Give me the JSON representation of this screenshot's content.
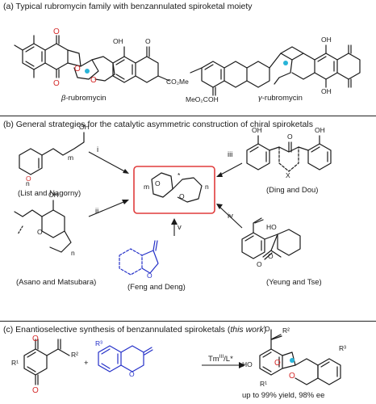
{
  "sections": {
    "a": {
      "title": "(a) Typical rubromycin family with benzannulated spiroketal moiety"
    },
    "b": {
      "title": "(b) General strategies for the catalytic asymmetric construction of chiral spiroketals"
    },
    "c": {
      "title_prefix": "(c) Enantioselective synthesis of benzannulated spiroketals (",
      "title_italic": "this work",
      "title_suffix": ")"
    }
  },
  "compounds": {
    "beta": {
      "prefix": "β",
      "suffix": "-rubromycin"
    },
    "gamma": {
      "prefix": "γ",
      "suffix": "-rubromycin"
    }
  },
  "atoms": {
    "O": "O",
    "OH": "OH",
    "HO": "HO",
    "CO2Me": "CO₂Me",
    "MeO2C": "MeO₂C",
    "X": "X",
    "R1": "R¹",
    "R2": "R²",
    "R3": "R³",
    "m": "m",
    "n": "n",
    "star": "*"
  },
  "strategies": {
    "i": {
      "numeral": "i",
      "authors": "(List and Nagorny)"
    },
    "ii": {
      "numeral": "ii",
      "authors": "(Asano and Matsubara)"
    },
    "iii": {
      "numeral": "iii",
      "authors": "(Ding and Dou)"
    },
    "iv": {
      "numeral": "iv",
      "authors": "(Yeung and Tse)"
    },
    "v": {
      "numeral": "v",
      "authors": "(Feng and Deng)"
    }
  },
  "reaction": {
    "plus": "+",
    "catalyst": "Tm",
    "catalyst_sup": "III",
    "ligand": "/L*",
    "result": "up to 99% yield, 98% ee"
  },
  "colors": {
    "oxygen_red": "#d42a2a",
    "highlight_box": "#e03c3c",
    "blue": "#2430c8",
    "spiro_cyan": "#28b4d8"
  }
}
